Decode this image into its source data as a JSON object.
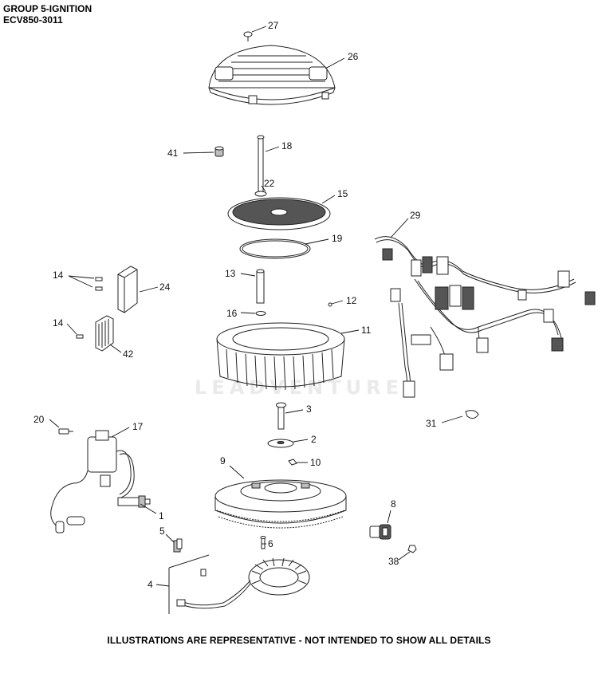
{
  "header": {
    "group": "GROUP 5-IGNITION",
    "model": "ECV850-3011"
  },
  "watermark": "LEADVENTURE",
  "footer": "ILLUSTRATIONS ARE REPRESENTATIVE - NOT INTENDED TO SHOW ALL DETAILS",
  "callouts": {
    "c27": "27",
    "c26": "26",
    "c41": "41",
    "c18": "18",
    "c22": "22",
    "c15": "15",
    "c29": "29",
    "c19": "19",
    "c14a": "14",
    "c24": "24",
    "c13": "13",
    "c12": "12",
    "c16": "16",
    "c14b": "14",
    "c11": "11",
    "c42": "42",
    "c20": "20",
    "c17": "17",
    "c3": "3",
    "c31": "31",
    "c2": "2",
    "c9": "9",
    "c10": "10",
    "c1": "1",
    "c8": "8",
    "c5": "5",
    "c6": "6",
    "c38": "38",
    "c4": "4"
  }
}
